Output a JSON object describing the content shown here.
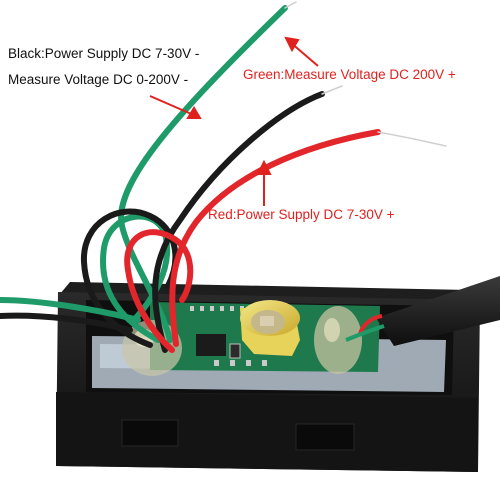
{
  "labels": {
    "black_line1": "Black:Power Supply DC 7-30V -",
    "black_line2": "Measure Voltage DC 0-200V -",
    "green": "Green:Measure Voltage DC 200V +",
    "red": "Red:Power Supply DC 7-30V +"
  },
  "colors": {
    "label_dark": "#111111",
    "label_red": "#e0221f",
    "arrow_red": "#e0221f",
    "wire_green": "#1f9b6a",
    "wire_black": "#1a1a1a",
    "wire_red": "#e2262b",
    "case": "#161616",
    "pcb": "#1e7a4c"
  }
}
